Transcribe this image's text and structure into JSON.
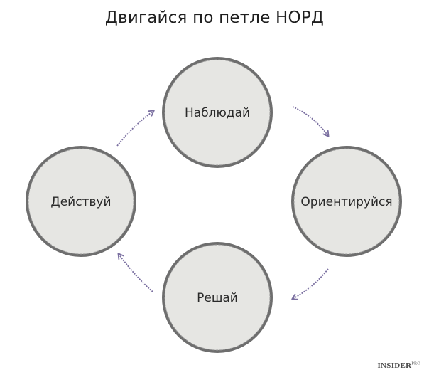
{
  "title": "Двигайся по петле НОРД",
  "nodes": [
    {
      "id": "observe",
      "label": "Наблюдай"
    },
    {
      "id": "orient",
      "label": "Ориентируйся"
    },
    {
      "id": "decide",
      "label": "Решай"
    },
    {
      "id": "act",
      "label": "Действуй"
    }
  ],
  "colors": {
    "circle_fill": "#e6e6e3",
    "circle_stroke": "#6e6e6e",
    "arrow": "#7a6fa0",
    "text": "#2a2a2a"
  },
  "watermark": {
    "brand": "INSIDER",
    "suffix": "PRO"
  }
}
